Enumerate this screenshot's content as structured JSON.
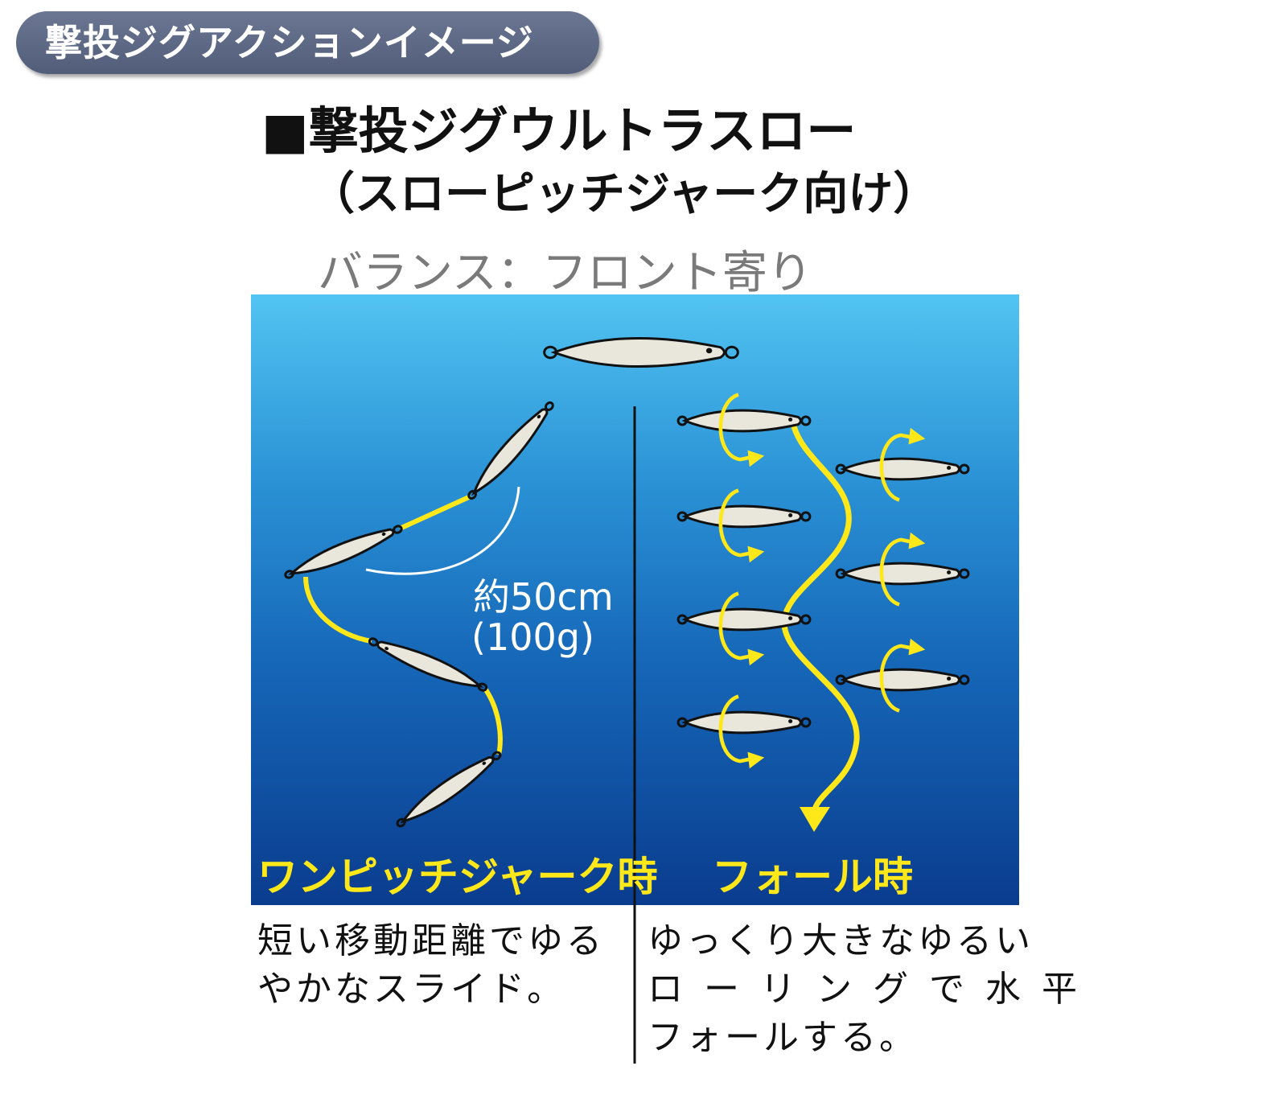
{
  "header": {
    "label": "撃投ジグアクションイメージ"
  },
  "product": {
    "title": "■撃投ジグウルトラスロー",
    "subtitle": "（スローピッチジャーク向け）",
    "balance": "バランス：フロント寄り"
  },
  "diagram": {
    "distance_label": "約50cm",
    "weight_label": "(100g)",
    "left_caption": "ワンピッチジャーク時",
    "right_caption": "フォール時"
  },
  "descriptions": {
    "left": [
      "短い移動距離でゆる",
      "やかなスライド。"
    ],
    "right": [
      "ゆっくり大きなゆるい",
      "ローリングで水平",
      "フォールする。"
    ]
  },
  "colors": {
    "accent_yellow": "#ffe81a",
    "header_bg": "#5f6a85",
    "water_top": "#52c4f2",
    "water_bottom": "#0a3c8e"
  }
}
